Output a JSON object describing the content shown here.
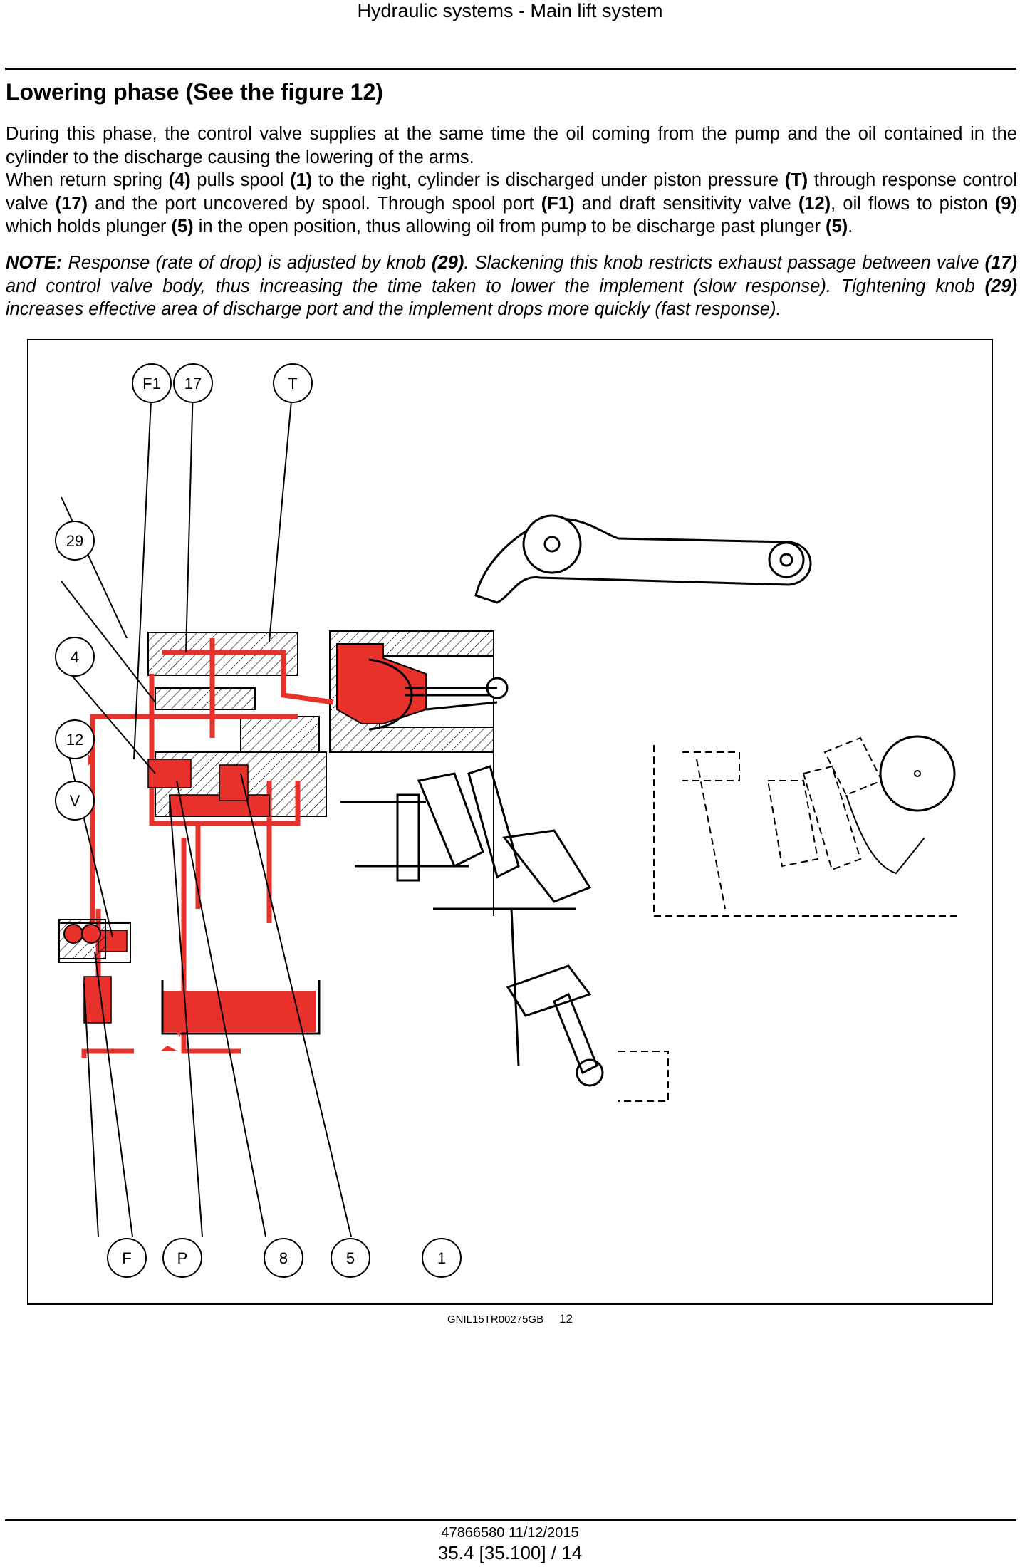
{
  "header": {
    "running_title": "Hydraulic systems - Main lift system"
  },
  "section": {
    "title": "Lowering phase (See the figure 12)"
  },
  "para1": {
    "line1": "During this phase, the control valve supplies at the same time the oil coming from the pump and the oil contained in the cylinder to the discharge causing the lowering of the arms."
  },
  "para2": {
    "t1": "When return spring ",
    "b1": "(4)",
    "t2": " pulls spool ",
    "b2": "(1)",
    "t3": " to the right, cylinder is discharged under piston pressure ",
    "b3": "(T)",
    "t4": " through response control valve ",
    "b4": "(17)",
    "t5": " and the port uncovered by spool. Through spool port ",
    "b5": "(F1)",
    "t6": " and draft sensitivity valve ",
    "b6": "(12)",
    "t7": ", oil flows to piston ",
    "b7": "(9)",
    "t8": " which holds plunger ",
    "b8": "(5)",
    "t9": " in the open position, thus allowing oil from pump to be discharge past plunger ",
    "b9": "(5)",
    "t10": "."
  },
  "note": {
    "label": "NOTE:",
    "t1": " Response (rate of drop) is adjusted by knob ",
    "b1": "(29)",
    "t2": ". Slackening this knob restricts exhaust passage between valve ",
    "b2": "(17)",
    "t3": " and control valve body, thus increasing the time taken to lower the implement (slow response). Tightening knob ",
    "b3": "(29)",
    "t4": " increases effective area of discharge port and the implement drops more quickly (fast response)."
  },
  "figure": {
    "callouts": {
      "F1": "F1",
      "c17": "17",
      "T": "T",
      "c29": "29",
      "c4": "4",
      "c12": "12",
      "V": "V",
      "F": "F",
      "P": "P",
      "c8": "8",
      "c5": "5",
      "c1": "1"
    },
    "code": "GNIL15TR00275GB",
    "number": "12",
    "colors": {
      "oil": "#e8312a",
      "line": "#000000"
    }
  },
  "footer": {
    "doc": "47866580 11/12/2015",
    "page": "35.4 [35.100] / 14"
  }
}
